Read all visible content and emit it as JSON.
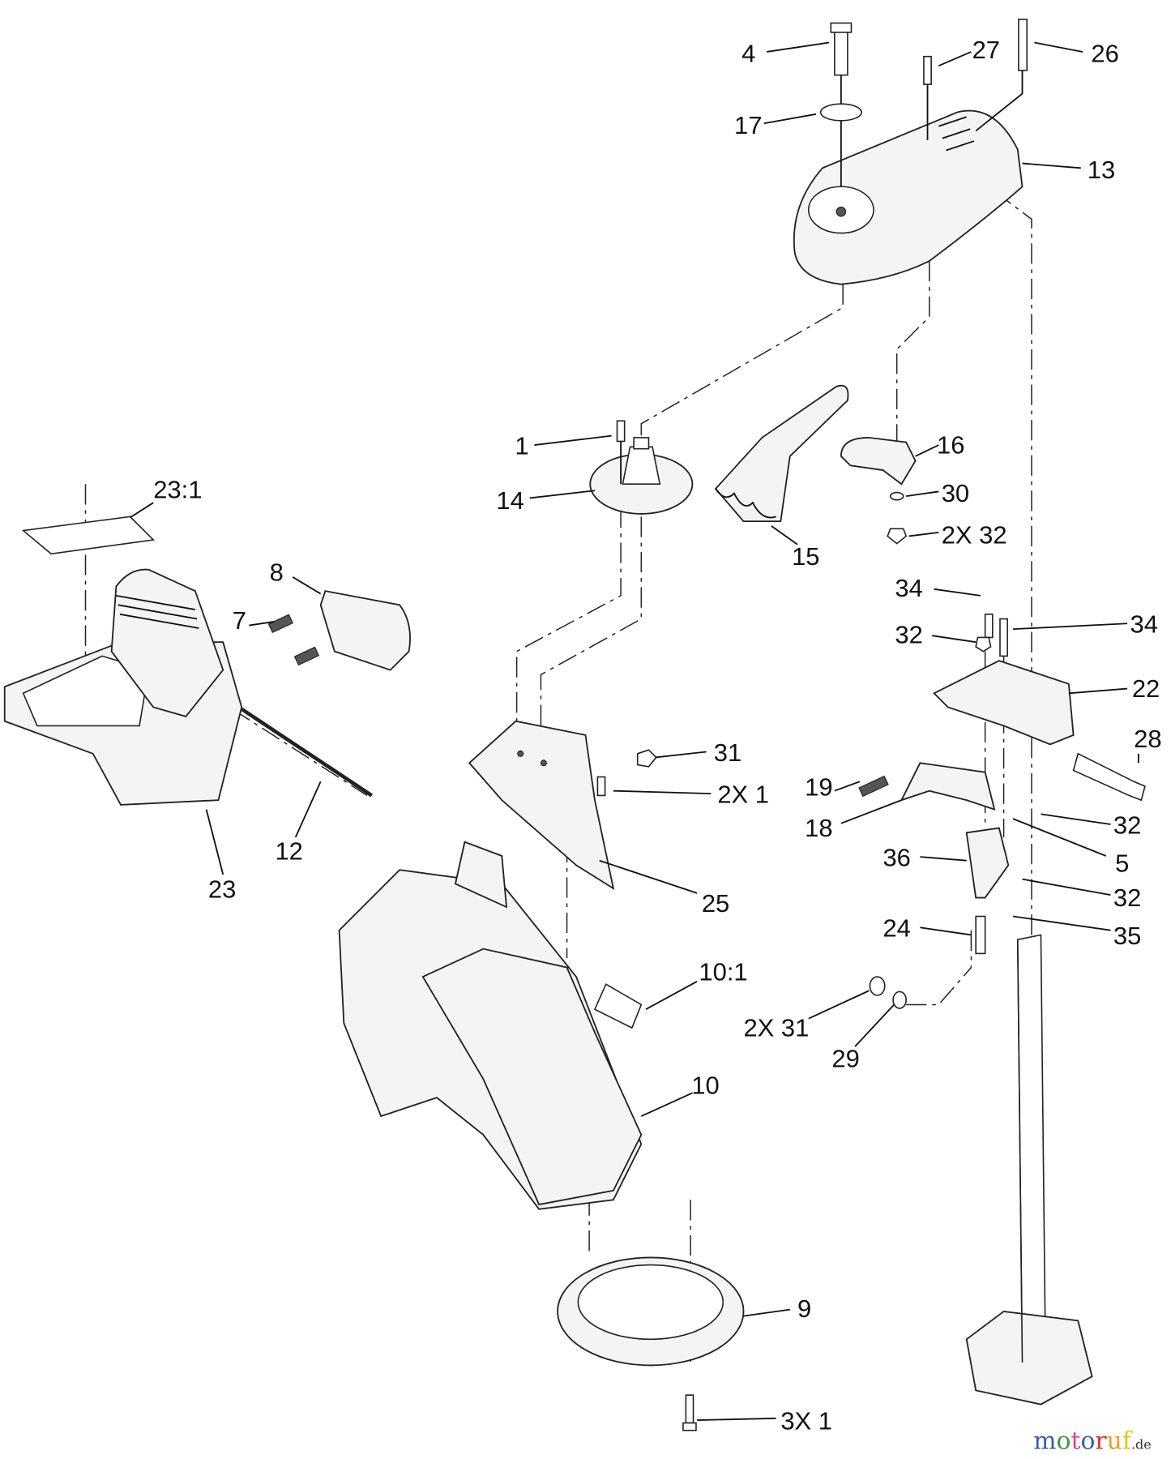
{
  "diagram": {
    "callouts": [
      "4",
      "27",
      "26",
      "17",
      "13",
      "1",
      "16",
      "14",
      "30",
      "2X 32",
      "15",
      "23:1",
      "8",
      "34",
      "34",
      "32",
      "7",
      "22",
      "28",
      "31",
      "2X 1",
      "19",
      "18",
      "32",
      "12",
      "5",
      "36",
      "23",
      "25",
      "32",
      "24",
      "35",
      "10:1",
      "2X 31",
      "29",
      "10",
      "9",
      "3X 1"
    ]
  },
  "watermark": {
    "brand": "motoruf",
    "suffix": ".de",
    "colors": [
      "#3b5ba9",
      "#3a9a3a",
      "#d9468e",
      "#3b5ba9",
      "#d9342b",
      "#e8a020",
      "#e8c020"
    ]
  }
}
